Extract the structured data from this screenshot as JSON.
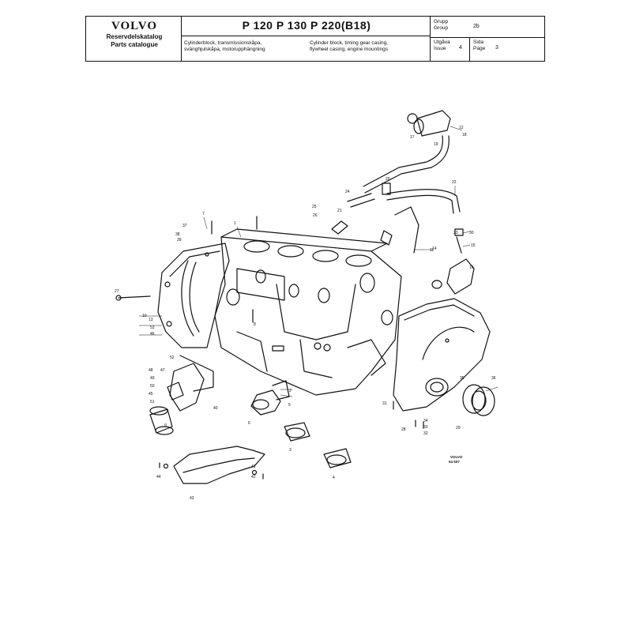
{
  "header": {
    "logo": "VOLVO",
    "catalog_sv": "Reservdelskatalog",
    "catalog_en": "Parts catalogue",
    "models": "P 120   P 130   P 220(B18)",
    "desc_sv_line1": "Cylinderblock, transmissionskåpa,",
    "desc_sv_line2": "svänghjulskåpa, motorupphängning",
    "desc_en_line1": "Cylinder block, timing gear casing,",
    "desc_en_line2": "flywheel casing, engine mountings",
    "group_label_sv": "Grupp",
    "group_label_en": "Group",
    "group_value": "2b",
    "issue_label_sv": "Utgåva",
    "issue_label_en": "Issue",
    "issue_value": "4",
    "page_label_sv": "Sida",
    "page_label_en": "Page",
    "page_value": "3"
  },
  "diagram": {
    "stamp_line1": "VOLVO",
    "stamp_line2": "54 507",
    "callouts": [
      "1",
      "2",
      "3",
      "4",
      "5",
      "6",
      "7",
      "8",
      "9",
      "10",
      "11",
      "12",
      "13",
      "14",
      "15",
      "16",
      "17",
      "18",
      "19",
      "20",
      "21",
      "22",
      "23",
      "24",
      "25",
      "26",
      "27",
      "28",
      "29",
      "30",
      "31",
      "32",
      "33",
      "34",
      "35",
      "36",
      "37",
      "38",
      "39",
      "40",
      "41",
      "42",
      "43",
      "44",
      "45",
      "46",
      "47",
      "48",
      "49",
      "50",
      "51",
      "52",
      "53"
    ]
  }
}
